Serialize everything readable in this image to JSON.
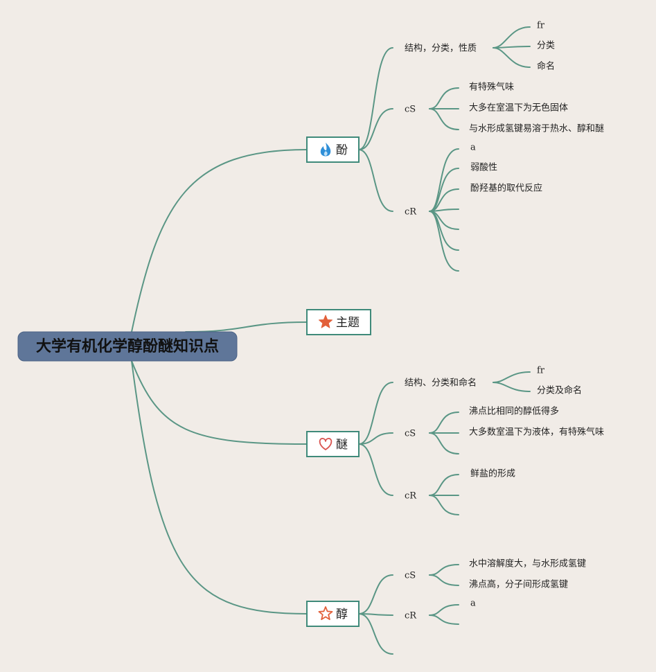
{
  "root": {
    "label": "大学有机化学醇酚醚知识点"
  },
  "branches": [
    {
      "label": "酚",
      "icon": "fire-icon",
      "children": [
        {
          "label": "结构，分类，性质",
          "children": [
            "fr",
            "分类",
            "命名"
          ]
        },
        {
          "label": "cS",
          "children": [
            "有特殊气味",
            "大多在室温下为无色固体",
            "与水形成氢键易溶于热水、醇和醚"
          ]
        },
        {
          "label": "cR",
          "children": [
            "a",
            "弱酸性",
            "酚羟基的取代反应",
            "",
            "",
            "",
            ""
          ]
        }
      ]
    },
    {
      "label": "主题",
      "icon": "star-filled-icon",
      "children": []
    },
    {
      "label": "醚",
      "icon": "heart-outline-icon",
      "children": [
        {
          "label": "结构、分类和命名",
          "children": [
            "fr",
            "分类及命名"
          ]
        },
        {
          "label": "cS",
          "children": [
            "沸点比相同的醇低得多",
            "大多数室温下为液体，有特殊气味",
            ""
          ]
        },
        {
          "label": "cR",
          "children": [
            "鲜盐的形成",
            "",
            ""
          ]
        }
      ]
    },
    {
      "label": "醇",
      "icon": "star-outline-icon",
      "children": [
        {
          "label": "cS",
          "children": [
            "水中溶解度大，与水形成氢键",
            "沸点高，分子间形成氢键"
          ]
        },
        {
          "label": "cR",
          "children": [
            "a",
            ""
          ]
        },
        {
          "label": "",
          "children": []
        }
      ]
    }
  ],
  "colors": {
    "background": "#f1ece7",
    "connector": "#5a9685",
    "root_fill": "#5f7699",
    "branch_border": "#3f8a7a",
    "fire_icon": "#2f8fd8",
    "star_icon": "#e2603a",
    "heart_icon": "#d9534f"
  }
}
